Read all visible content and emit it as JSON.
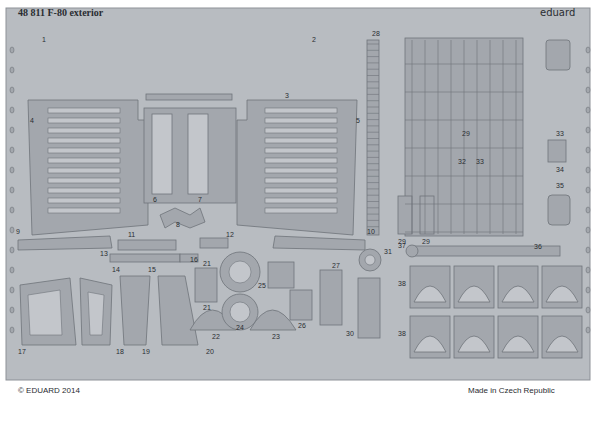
{
  "diagram": {
    "title": "48 811 F-80 exterior",
    "labels": [
      "eduard",
      "© EDUARD 2014",
      "Made in Czech Republic",
      "1",
      "2",
      "3",
      "4",
      "5",
      "6",
      "7",
      "8",
      "9",
      "10",
      "11",
      "12",
      "13",
      "14",
      "15",
      "16",
      "17",
      "18",
      "19",
      "20",
      "21",
      "21",
      "22",
      "23",
      "24",
      "25",
      "26",
      "27",
      "28",
      "29",
      "29",
      "29",
      "30",
      "31",
      "32",
      "33",
      "33",
      "34",
      "35",
      "36",
      "37",
      "38",
      "38"
    ]
  }
}
